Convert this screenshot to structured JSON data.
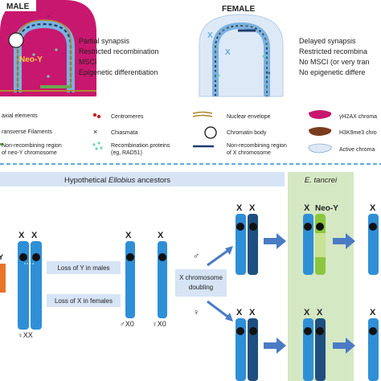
{
  "top": {
    "male_label": "MALE",
    "female_label": "FEMALE",
    "neo_y": "Neo-Y",
    "x_mark": "X",
    "male_features": [
      "Partial synapsis",
      "Restricted recombination",
      "MSCI",
      "Epigenetic differentiation"
    ],
    "female_features": [
      "Delayed synapsis",
      "Restricted recombina",
      "No MSCI (or very tran",
      "No epigenetic differe"
    ]
  },
  "legend": {
    "axial": "axial elements",
    "transverse": "ransverse Filaments",
    "nonrec_y_1": "Non-recombining region",
    "nonrec_y_2": "of neo-Y chromosome",
    "centromeres": "Centromeres",
    "chiasmata": "Chiasmata",
    "recprot_1": "Recombination proteins",
    "recprot_2": "(eg, RAD51)",
    "envelope": "Nuclear envelope",
    "chrom_body": "Chromatin body",
    "nonrec_x_1": "Non-recombining region",
    "nonrec_x_2": "of X chromosome",
    "h2ax": "γH2AX chroma",
    "h3k9": "H3K9me3 chro",
    "active": "Active chroma"
  },
  "bottom": {
    "ancestors_header": "Hypothetical Ellobius ancestors",
    "ancestors_prefix": "Hypothetical ",
    "ancestors_italic": "Ellobius",
    "ancestors_suffix": " ancestors",
    "tancrei_header": "E. tancrei",
    "loss_y": "Loss of Y in males",
    "loss_x": "Loss of X in females",
    "x_doubling_1": "X chromosome",
    "x_doubling_2": "doubling",
    "male_sym": "♂",
    "female_sym": "♀",
    "label_xx": "♀XX",
    "label_male_x0": "♂X0",
    "label_female_x0": "♀X0",
    "x": "X",
    "y_partial": "Y",
    "neo_y": "Neo-Y"
  },
  "colors": {
    "magenta": "#c8176e",
    "light_blue": "#dde9f7",
    "chrom_blue": "#2f8fd6",
    "chrom_dark": "#1f3c6e",
    "arrow_blue": "#4a7bc4",
    "box_blue": "#d6e4f5",
    "green_panel": "#d5e8c4",
    "lime": "#8cc63f",
    "brown": "#7a3b1e",
    "envelope": "#b08a2e"
  }
}
